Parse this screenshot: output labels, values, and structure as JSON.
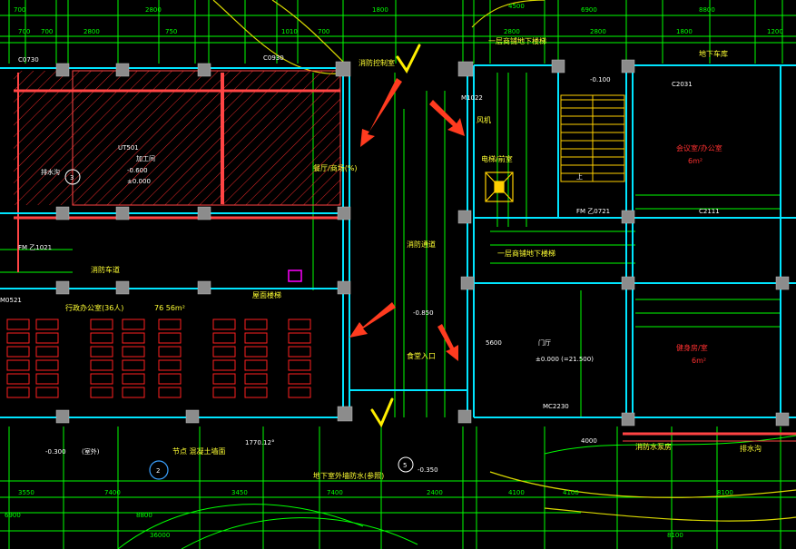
{
  "colors": {
    "background": "#000000",
    "dimension": "#00ff00",
    "wall": "#00e5ff",
    "column": "#8c8c8c",
    "hatch": "#ff2b2b",
    "seat": "#ff2020",
    "stair": "#ffd000",
    "text_white": "#ffffff",
    "text_yellow": "#ffff33",
    "text_red": "#ff3030",
    "arrow_red": "#ff3b1f",
    "curve_yellow": "#d8d800",
    "axis_line": "#ff4444",
    "magenta": "#ff00ff"
  },
  "icons": [
    "arrow-red-icon",
    "check-mark-icon",
    "elevator-icon",
    "stair-icon",
    "column-icon"
  ],
  "top_dims": {
    "row1": [
      "700",
      "2800",
      "1800",
      "4500",
      "6900",
      "8800"
    ],
    "row2": [
      "700",
      "700",
      "2800",
      "750",
      "1010",
      "700",
      "2800",
      "2800",
      "1800",
      "1200"
    ]
  },
  "labels": {
    "fire_door_main": "消防控制室",
    "basement_exit_1": "一层商铺地下楼梯",
    "basement_exit_2": "一层商铺地下楼梯",
    "shop_front": "地下车库",
    "hall_label": "餐厅/商场(%)",
    "fire_passage": "消防通道",
    "door_lobby": "门厅",
    "lobby_elev": "±0.000 (=21.500)",
    "elev_room": "电梯/前室",
    "corridor": "消防通道",
    "main_entry": "食堂入口",
    "reading_room": "行政办公室(36人)",
    "reading_sub": "76 56m²",
    "dining": "消防车道",
    "gym": "健身房/室",
    "gym_area": "6m²",
    "meeting": "会议室/办公室",
    "meeting_area": "6m²",
    "shop_big": "UT501",
    "shop_sub": "加工间",
    "elev_a": "-0.600",
    "elev_b": "±0.000",
    "pump_room": "排水沟",
    "drain": "排水沟",
    "roof_stair": "屋面楼梯",
    "fire_pump": "消防水泵房",
    "lift_machine": "风机",
    "elev_minus": "-0.300",
    "elev_minus2": "-0.350",
    "elev_minus3": "-0.850",
    "elev_minus4": "-0.100",
    "window_c1": "C0730",
    "window_c2": "C0930",
    "window_c3": "C2031",
    "window_c4": "C2111",
    "door_m1": "M0521",
    "door_m2": "FM 乙1021",
    "door_m3": "MC2230",
    "door_m4": "M1022",
    "door_m5": "FM 乙0721",
    "stair_note": "上",
    "text_270": "1770.12°",
    "text_r5": "5",
    "text_r2": "2",
    "text_r3": "3",
    "bottom_label": "地下室外墙防水(参照)",
    "bottom_label2": "节点 混凝土墙面",
    "elev_1": "-0.300",
    "area_1": "(室外)",
    "note_4000": "4000",
    "note_5600": "5600"
  },
  "bottom_dims": [
    "3550",
    "7400",
    "3450",
    "7400",
    "2400",
    "4100",
    "4100",
    "8100"
  ],
  "bottom_dims2": [
    "6900",
    "8800",
    "36000",
    "8100"
  ]
}
